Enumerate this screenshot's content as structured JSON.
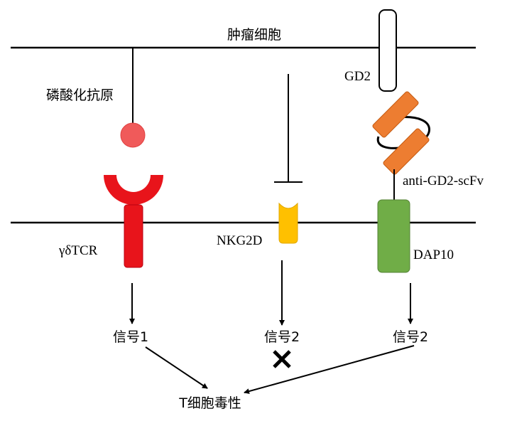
{
  "labels": {
    "tumor_cell": "肿瘤细胞",
    "phospho_antigen": "磷酸化抗原",
    "gd2": "GD2",
    "anti_gd2_scfv": "anti-GD2-scFv",
    "gd_tcr": "γδTCR",
    "nkg2d": "NKG2D",
    "dap10": "DAP10",
    "signal1": "信号1",
    "signal2_blocked": "信号2",
    "signal2": "信号2",
    "t_cytotoxicity": "T细胞毒性"
  },
  "colors": {
    "antigen": "#f05a5a",
    "tcr": "#e8141b",
    "nkg2d": "#ffc000",
    "scfv": "#ed7d31",
    "dap10": "#70ad47",
    "line": "#000000"
  },
  "icons": {
    "blocked": "cross-icon"
  }
}
